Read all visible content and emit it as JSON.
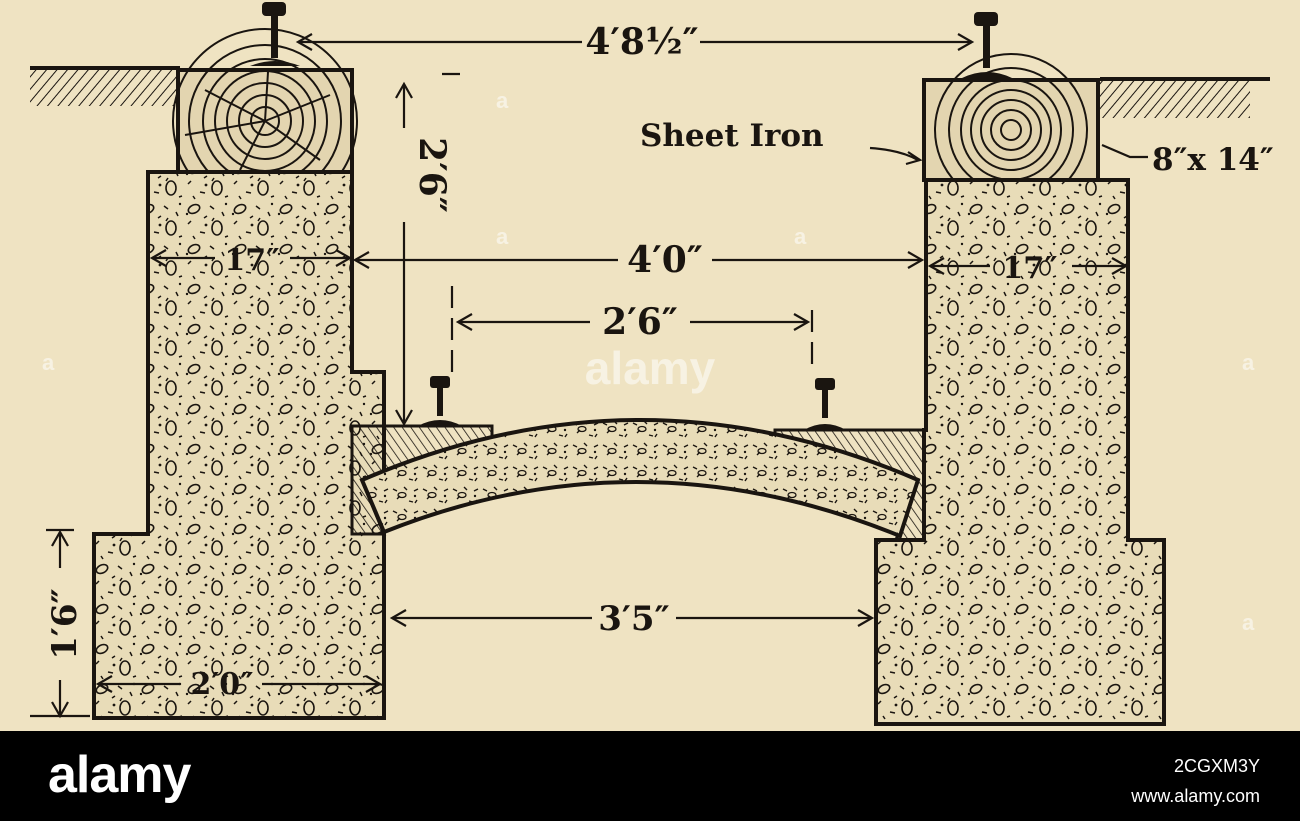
{
  "labels": {
    "track_gauge": "4′8½″",
    "ladder_depth": "2′6″",
    "sheet_iron": "Sheet Iron",
    "timber_size": "8″x 14″",
    "pier_width_left": "17″",
    "pier_width_right": "17″",
    "inner_clear": "4′0″",
    "narrow_gauge": "2′6″",
    "footing_clear": "3′5″",
    "footing_height": "1′6″",
    "footing_width": "2′0″"
  },
  "watermark": {
    "center": "alamy",
    "repeat": "a",
    "footer_logo": "alamy",
    "image_id": "2CGXM3Y",
    "site": "www.alamy.com"
  },
  "colors": {
    "paper": "#efe3c2",
    "ink": "#1a1510",
    "concrete": "#e8dcb8",
    "timber": "#e3d5b0",
    "footer": "#000000"
  }
}
